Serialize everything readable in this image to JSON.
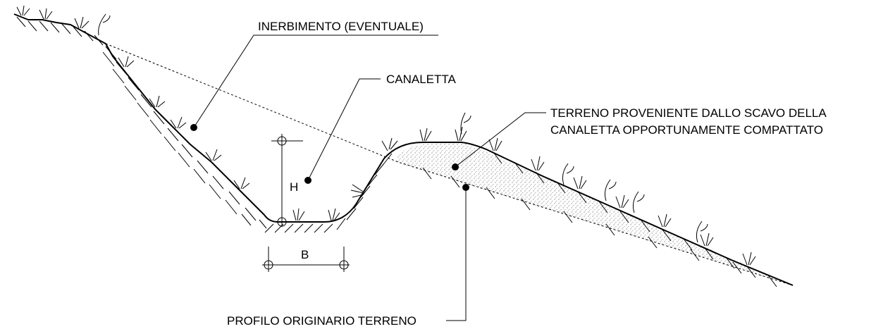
{
  "labels": {
    "inerbimento": "INERBIMENTO  (EVENTUALE)",
    "canaletta": "CANALETTA",
    "terreno_line1": "TERRENO  PROVENIENTE  DALLO  SCAVO  DELLA",
    "terreno_line2": "CANALETTA  OPPORTUNAMENTE  COMPATTATO",
    "profilo": "PROFILO  ORIGINARIO  TERRENO"
  },
  "dimensions": {
    "height": "H",
    "base": "B"
  },
  "colors": {
    "ink": "#000000",
    "background": "#ffffff"
  }
}
